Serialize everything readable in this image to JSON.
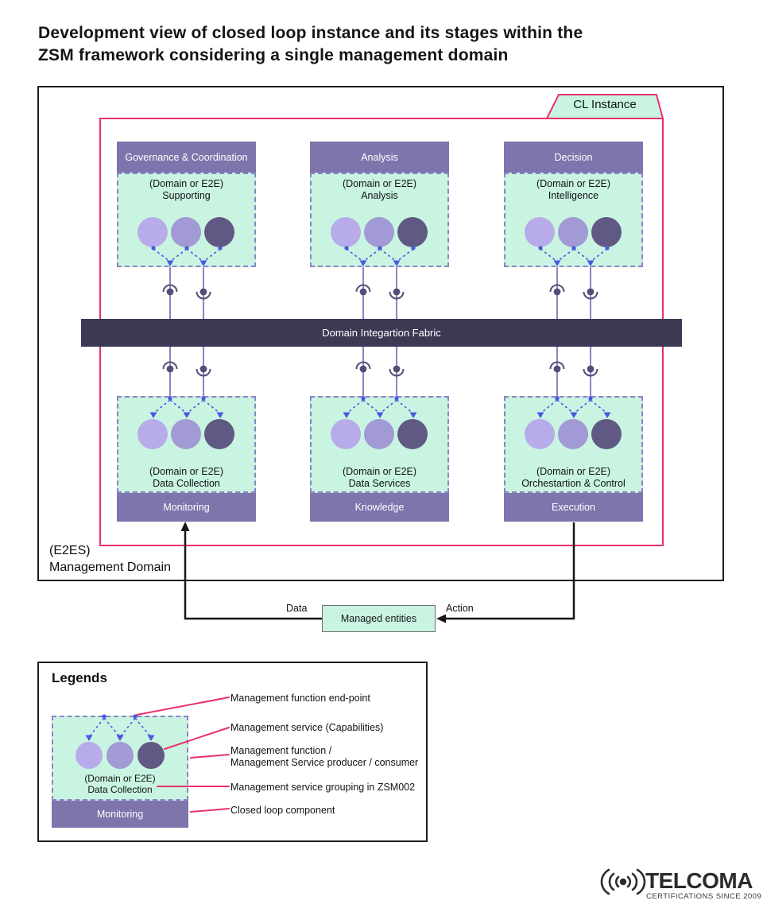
{
  "colors": {
    "pink": "#e8316b",
    "mint": "#c9f4e2",
    "purple": "#7e75ac",
    "dark_bar": "#3b3954",
    "dashed_border": "#8a84c8",
    "circle_light": "#b7ace9",
    "circle_mid": "#a29ad4",
    "circle_dark": "#605983",
    "blue_line": "#4b58e2",
    "line_purple": "#8b85c2",
    "lollipop": "#534e78"
  },
  "title": {
    "line1": "Development view of closed loop instance and its stages within the",
    "line2": "ZSM framework considering a single management domain"
  },
  "cl_instance": {
    "label": "CL Instance"
  },
  "fabric": {
    "label": "Domain Integartion Fabric"
  },
  "stages": {
    "top": [
      {
        "header": "Governance & Coordination",
        "sub1": "(Domain or E2E)",
        "sub2": "Supporting"
      },
      {
        "header": "Analysis",
        "sub1": "(Domain or E2E)",
        "sub2": "Analysis"
      },
      {
        "header": "Decision",
        "sub1": "(Domain or E2E)",
        "sub2": "Intelligence"
      }
    ],
    "bottom": [
      {
        "sub1": "(Domain or E2E)",
        "sub2": "Data Collection",
        "footer": "Monitoring"
      },
      {
        "sub1": "(Domain or E2E)",
        "sub2": "Data Services",
        "footer": "Knowledge"
      },
      {
        "sub1": "(Domain or E2E)",
        "sub2": "Orchestartion & Control",
        "footer": "Execution"
      }
    ]
  },
  "domain": {
    "line1": "(E2ES)",
    "line2": "Management Domain"
  },
  "flow": {
    "data_label": "Data",
    "action_label": "Action",
    "managed_entities_label": "Managed entities"
  },
  "legends": {
    "title": "Legends",
    "sample": {
      "sub1": "(Domain or E2E)",
      "sub2": "Data Collection",
      "footer": "Monitoring"
    },
    "items": [
      {
        "line1": "Management function end-point"
      },
      {
        "line1": "Management service (Capabilities)"
      },
      {
        "line1": "Management function /",
        "line2": "Management Service producer / consumer"
      },
      {
        "line1": "Management service grouping in ZSM002"
      },
      {
        "line1": "Closed loop component"
      }
    ]
  },
  "logo": {
    "name": "TELCOMA",
    "tagline": "CERTIFICATIONS SINCE 2009"
  }
}
